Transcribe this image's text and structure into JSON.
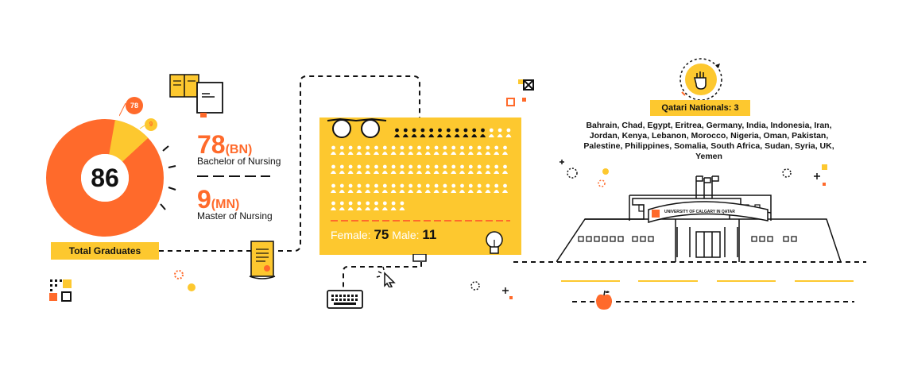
{
  "graduates": {
    "total": "86",
    "total_label": "Total Graduates",
    "bn_badge": "78",
    "mn_badge": "9",
    "bn_value": "78",
    "bn_abbr": "(BN)",
    "bn_label": "Bachelor of Nursing",
    "mn_value": "9",
    "mn_abbr": "(MN)",
    "mn_label": "Master of Nursing",
    "bn_count": 78,
    "mn_count": 9
  },
  "gender": {
    "female_label": "Female:",
    "female_value": "75",
    "male_label": "Male:",
    "male_value": "11",
    "female_count": 75,
    "male_count": 11
  },
  "nationalities": {
    "qatari_label": "Qatari Nationals: 3",
    "countries": "Bahrain, Chad, Egypt, Eritrea, Germany, India, Indonesia, Iran, Jordan, Kenya, Lebanon, Morocco, Nigeria, Oman, Pakistan, Palestine, Philippines, Somalia, South Africa, Sudan, Syria, UK, Yemen"
  },
  "building": {
    "sign_text": "UNIVERSITY OF CALGARY IN QATAR"
  },
  "colors": {
    "orange": "#ff6a2b",
    "yellow": "#fdc82f",
    "dark": "#1a1a1a"
  },
  "icons": [
    "books-icon",
    "glasses-icon",
    "diploma-icon",
    "lightbulb-icon",
    "keyboard-icon",
    "cursor-icon",
    "fist-icon",
    "apple-icon",
    "building-illustration"
  ]
}
